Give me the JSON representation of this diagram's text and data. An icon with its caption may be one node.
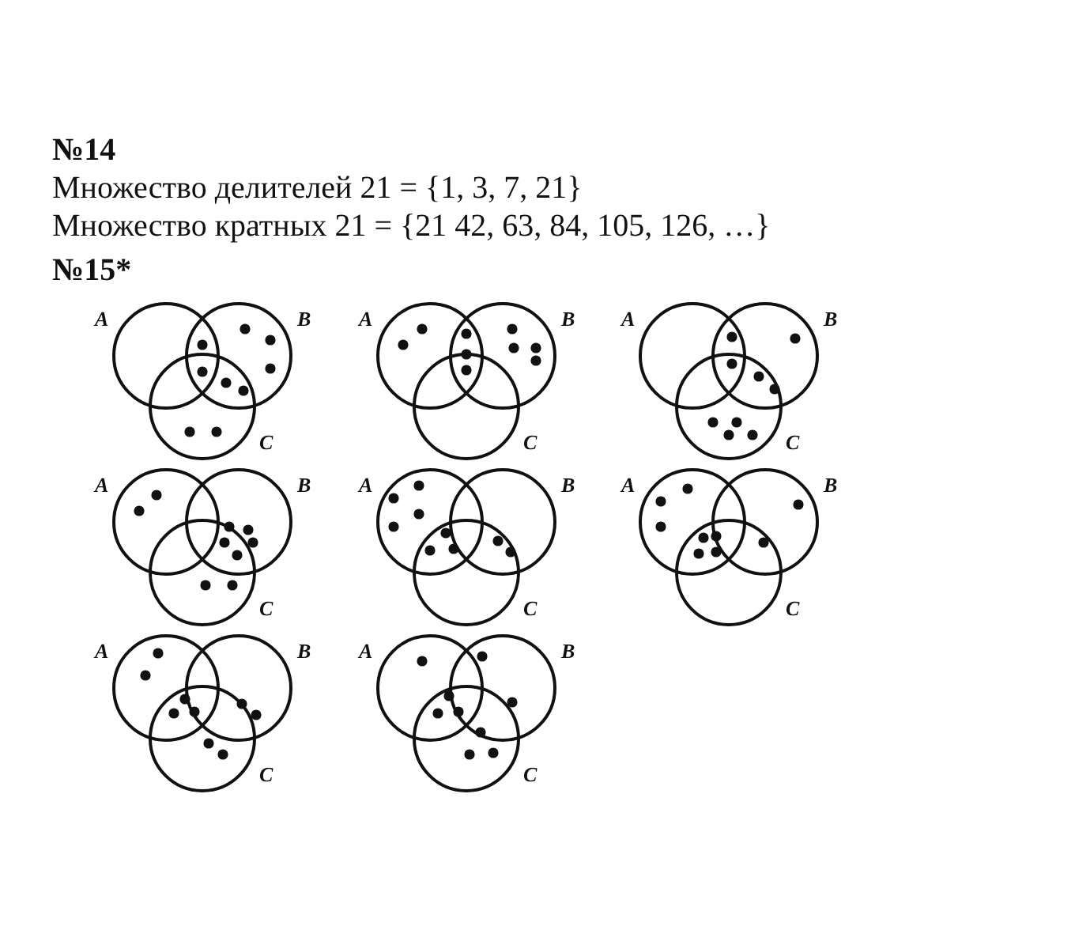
{
  "diagram": {
    "labels": [
      "№14",
      "Множество делителей 21 = {1, 3, 7, 21}",
      "Множество кратных 21 = {21 42, 63, 84, 105, 126, …}",
      "№15*",
      "A",
      "B",
      "C",
      "A",
      "B",
      "C",
      "A",
      "B",
      "C",
      "A",
      "B",
      "C",
      "A",
      "B",
      "C",
      "A",
      "B",
      "C",
      "A",
      "B",
      "C",
      "A",
      "B",
      "C"
    ]
  }
}
